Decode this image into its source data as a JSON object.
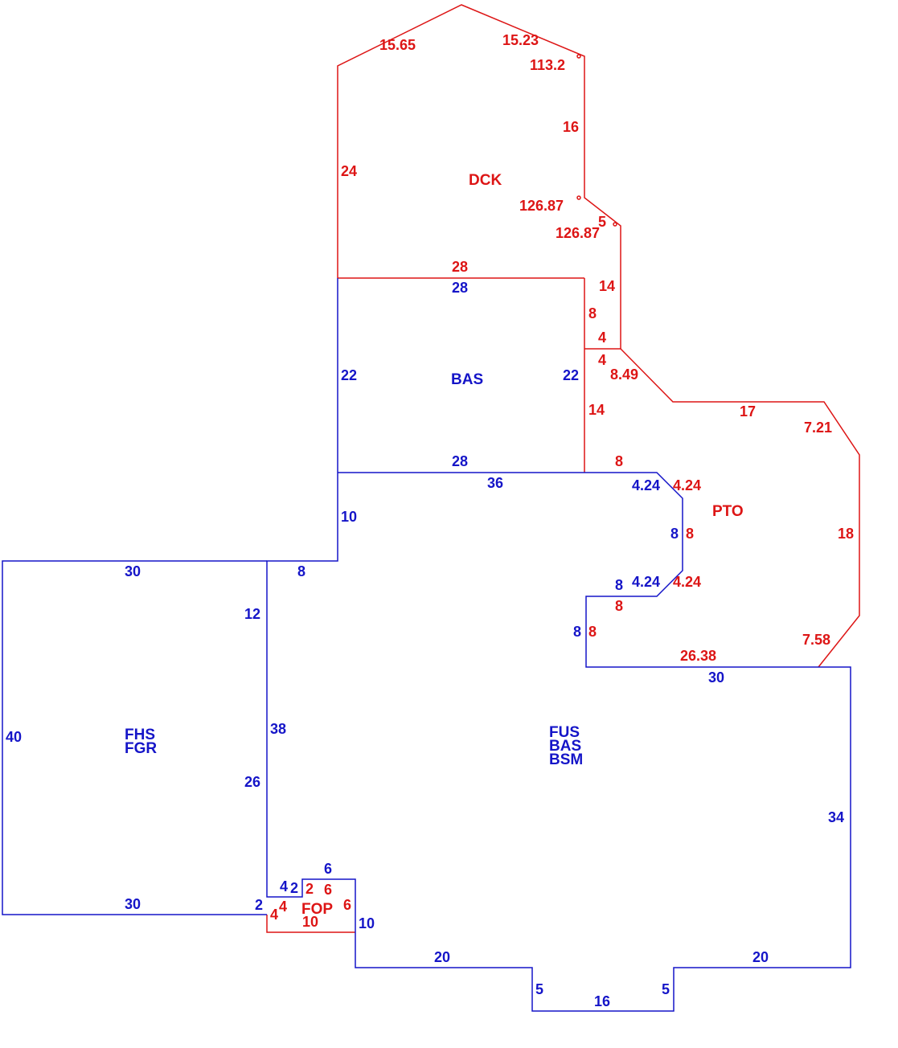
{
  "colors": {
    "blue": "#1515c8",
    "red": "#dd1515"
  },
  "areas": {
    "dck": "DCK",
    "bas_upper": "BAS",
    "pto": "PTO",
    "fhs": "FHS",
    "fgr": "FGR",
    "fus": "FUS",
    "bas_main": "BAS",
    "bsm": "BSM",
    "fop": "FOP"
  },
  "dck": {
    "top_left": "15.65",
    "top_right": "15.23",
    "angle_top": "113.2",
    "right_upper": "16",
    "left": "24",
    "angle_mid_1": "126.87",
    "diag_short": "5",
    "angle_mid_2": "126.87",
    "right_lower": "14",
    "bottom": "28"
  },
  "bas_upper": {
    "top": "28",
    "left": "22",
    "right": "22",
    "bottom": "28"
  },
  "pto": {
    "left_upper": "8",
    "step_top": "4",
    "step_bottom": "4",
    "diag_top": "8.49",
    "left_lower": "14",
    "top": "17",
    "diag_top_right": "7.21",
    "right": "18",
    "diag_bottom_right": "7.58",
    "bottom": "26.38",
    "notch_top": "8",
    "notch_diag_top": "4.24",
    "notch_side": "8",
    "notch_diag_bottom": "4.24",
    "notch_bottom": "8",
    "notch_left": "8"
  },
  "main": {
    "top": "36",
    "left_upper": "10",
    "step": "8",
    "notch_diag_top": "4.24",
    "notch_side": "8",
    "notch_diag_bottom": "4.24",
    "notch_bottom": "8",
    "notch_left": "8",
    "right_top": "30",
    "right": "34",
    "bottom_right": "20",
    "bump_right": "5",
    "bump_bottom": "16",
    "bump_left": "5",
    "bottom_left": "20",
    "fop_right": "10",
    "left_upper_side": "12",
    "left": "38",
    "left_lower": "26"
  },
  "fhs": {
    "top": "30",
    "left": "40",
    "bottom": "30",
    "right_step": "2"
  },
  "fop": {
    "top": "6",
    "step_left_a": "4",
    "step_left_b": "2",
    "red_step": "2",
    "red_top": "6",
    "red_right": "6",
    "left_a": "4",
    "left_b": "4",
    "bottom": "10"
  }
}
